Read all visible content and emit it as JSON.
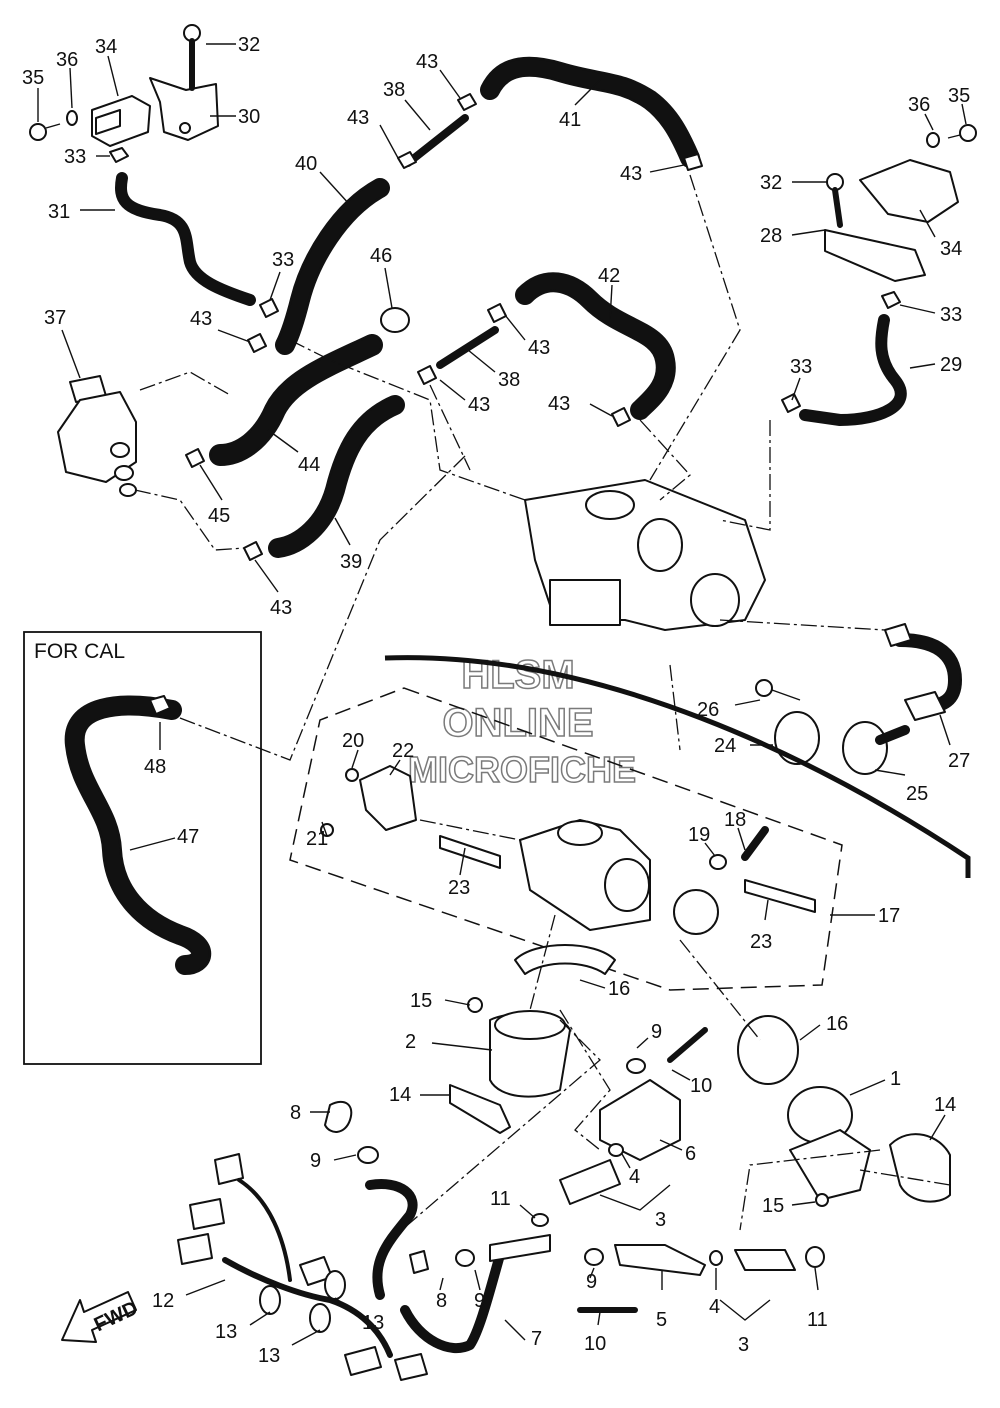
{
  "inset_title": "FOR CAL",
  "watermark": {
    "line1": "HLSM",
    "line2": "ONLINE",
    "line3": "MICROFICHE"
  },
  "direction_arrow_label": "FWD",
  "callouts": [
    {
      "id": "c35a",
      "label": "35"
    },
    {
      "id": "c36a",
      "label": "36"
    },
    {
      "id": "c34a",
      "label": "34"
    },
    {
      "id": "c32a",
      "label": "32"
    },
    {
      "id": "c30",
      "label": "30"
    },
    {
      "id": "c33a",
      "label": "33"
    },
    {
      "id": "c31",
      "label": "31"
    },
    {
      "id": "c40",
      "label": "40"
    },
    {
      "id": "c43a",
      "label": "43"
    },
    {
      "id": "c38a",
      "label": "38"
    },
    {
      "id": "c43b",
      "label": "43"
    },
    {
      "id": "c41",
      "label": "41"
    },
    {
      "id": "c43c",
      "label": "43"
    },
    {
      "id": "c36b",
      "label": "36"
    },
    {
      "id": "c35b",
      "label": "35"
    },
    {
      "id": "c32b",
      "label": "32"
    },
    {
      "id": "c28",
      "label": "28"
    },
    {
      "id": "c34b",
      "label": "34"
    },
    {
      "id": "c33b",
      "label": "33"
    },
    {
      "id": "c46",
      "label": "46"
    },
    {
      "id": "c42",
      "label": "42"
    },
    {
      "id": "c37",
      "label": "37"
    },
    {
      "id": "c43d",
      "label": "43"
    },
    {
      "id": "c43e",
      "label": "43"
    },
    {
      "id": "c33c",
      "label": "33"
    },
    {
      "id": "c38b",
      "label": "38"
    },
    {
      "id": "c43f",
      "label": "43"
    },
    {
      "id": "c43g",
      "label": "43"
    },
    {
      "id": "c33d",
      "label": "33"
    },
    {
      "id": "c29",
      "label": "29"
    },
    {
      "id": "c44",
      "label": "44"
    },
    {
      "id": "c45",
      "label": "45"
    },
    {
      "id": "c39",
      "label": "39"
    },
    {
      "id": "c43h",
      "label": "43"
    },
    {
      "id": "c26",
      "label": "26"
    },
    {
      "id": "c24",
      "label": "24"
    },
    {
      "id": "c27",
      "label": "27"
    },
    {
      "id": "c25",
      "label": "25"
    },
    {
      "id": "c20",
      "label": "20"
    },
    {
      "id": "c22",
      "label": "22"
    },
    {
      "id": "c48",
      "label": "48"
    },
    {
      "id": "c47",
      "label": "47"
    },
    {
      "id": "c21",
      "label": "21"
    },
    {
      "id": "c19",
      "label": "19"
    },
    {
      "id": "c18",
      "label": "18"
    },
    {
      "id": "c23a",
      "label": "23"
    },
    {
      "id": "c17",
      "label": "17"
    },
    {
      "id": "c23b",
      "label": "23"
    },
    {
      "id": "c16a",
      "label": "16"
    },
    {
      "id": "c15a",
      "label": "15"
    },
    {
      "id": "c16b",
      "label": "16"
    },
    {
      "id": "c2",
      "label": "2"
    },
    {
      "id": "c9a",
      "label": "9"
    },
    {
      "id": "c10a",
      "label": "10"
    },
    {
      "id": "c1",
      "label": "1"
    },
    {
      "id": "c14a",
      "label": "14"
    },
    {
      "id": "c14b",
      "label": "14"
    },
    {
      "id": "c8a",
      "label": "8"
    },
    {
      "id": "c6",
      "label": "6"
    },
    {
      "id": "c9b",
      "label": "9"
    },
    {
      "id": "c4a",
      "label": "4"
    },
    {
      "id": "c15b",
      "label": "15"
    },
    {
      "id": "c11a",
      "label": "11"
    },
    {
      "id": "c3a",
      "label": "3"
    },
    {
      "id": "c12",
      "label": "12"
    },
    {
      "id": "c8b",
      "label": "8"
    },
    {
      "id": "c9c",
      "label": "9"
    },
    {
      "id": "c9d",
      "label": "9"
    },
    {
      "id": "c5",
      "label": "5"
    },
    {
      "id": "c4b",
      "label": "4"
    },
    {
      "id": "c11b",
      "label": "11"
    },
    {
      "id": "c13a",
      "label": "13"
    },
    {
      "id": "c13b",
      "label": "13"
    },
    {
      "id": "c13c",
      "label": "13"
    },
    {
      "id": "c7",
      "label": "7"
    },
    {
      "id": "c10b",
      "label": "10"
    },
    {
      "id": "c3b",
      "label": "3"
    }
  ]
}
